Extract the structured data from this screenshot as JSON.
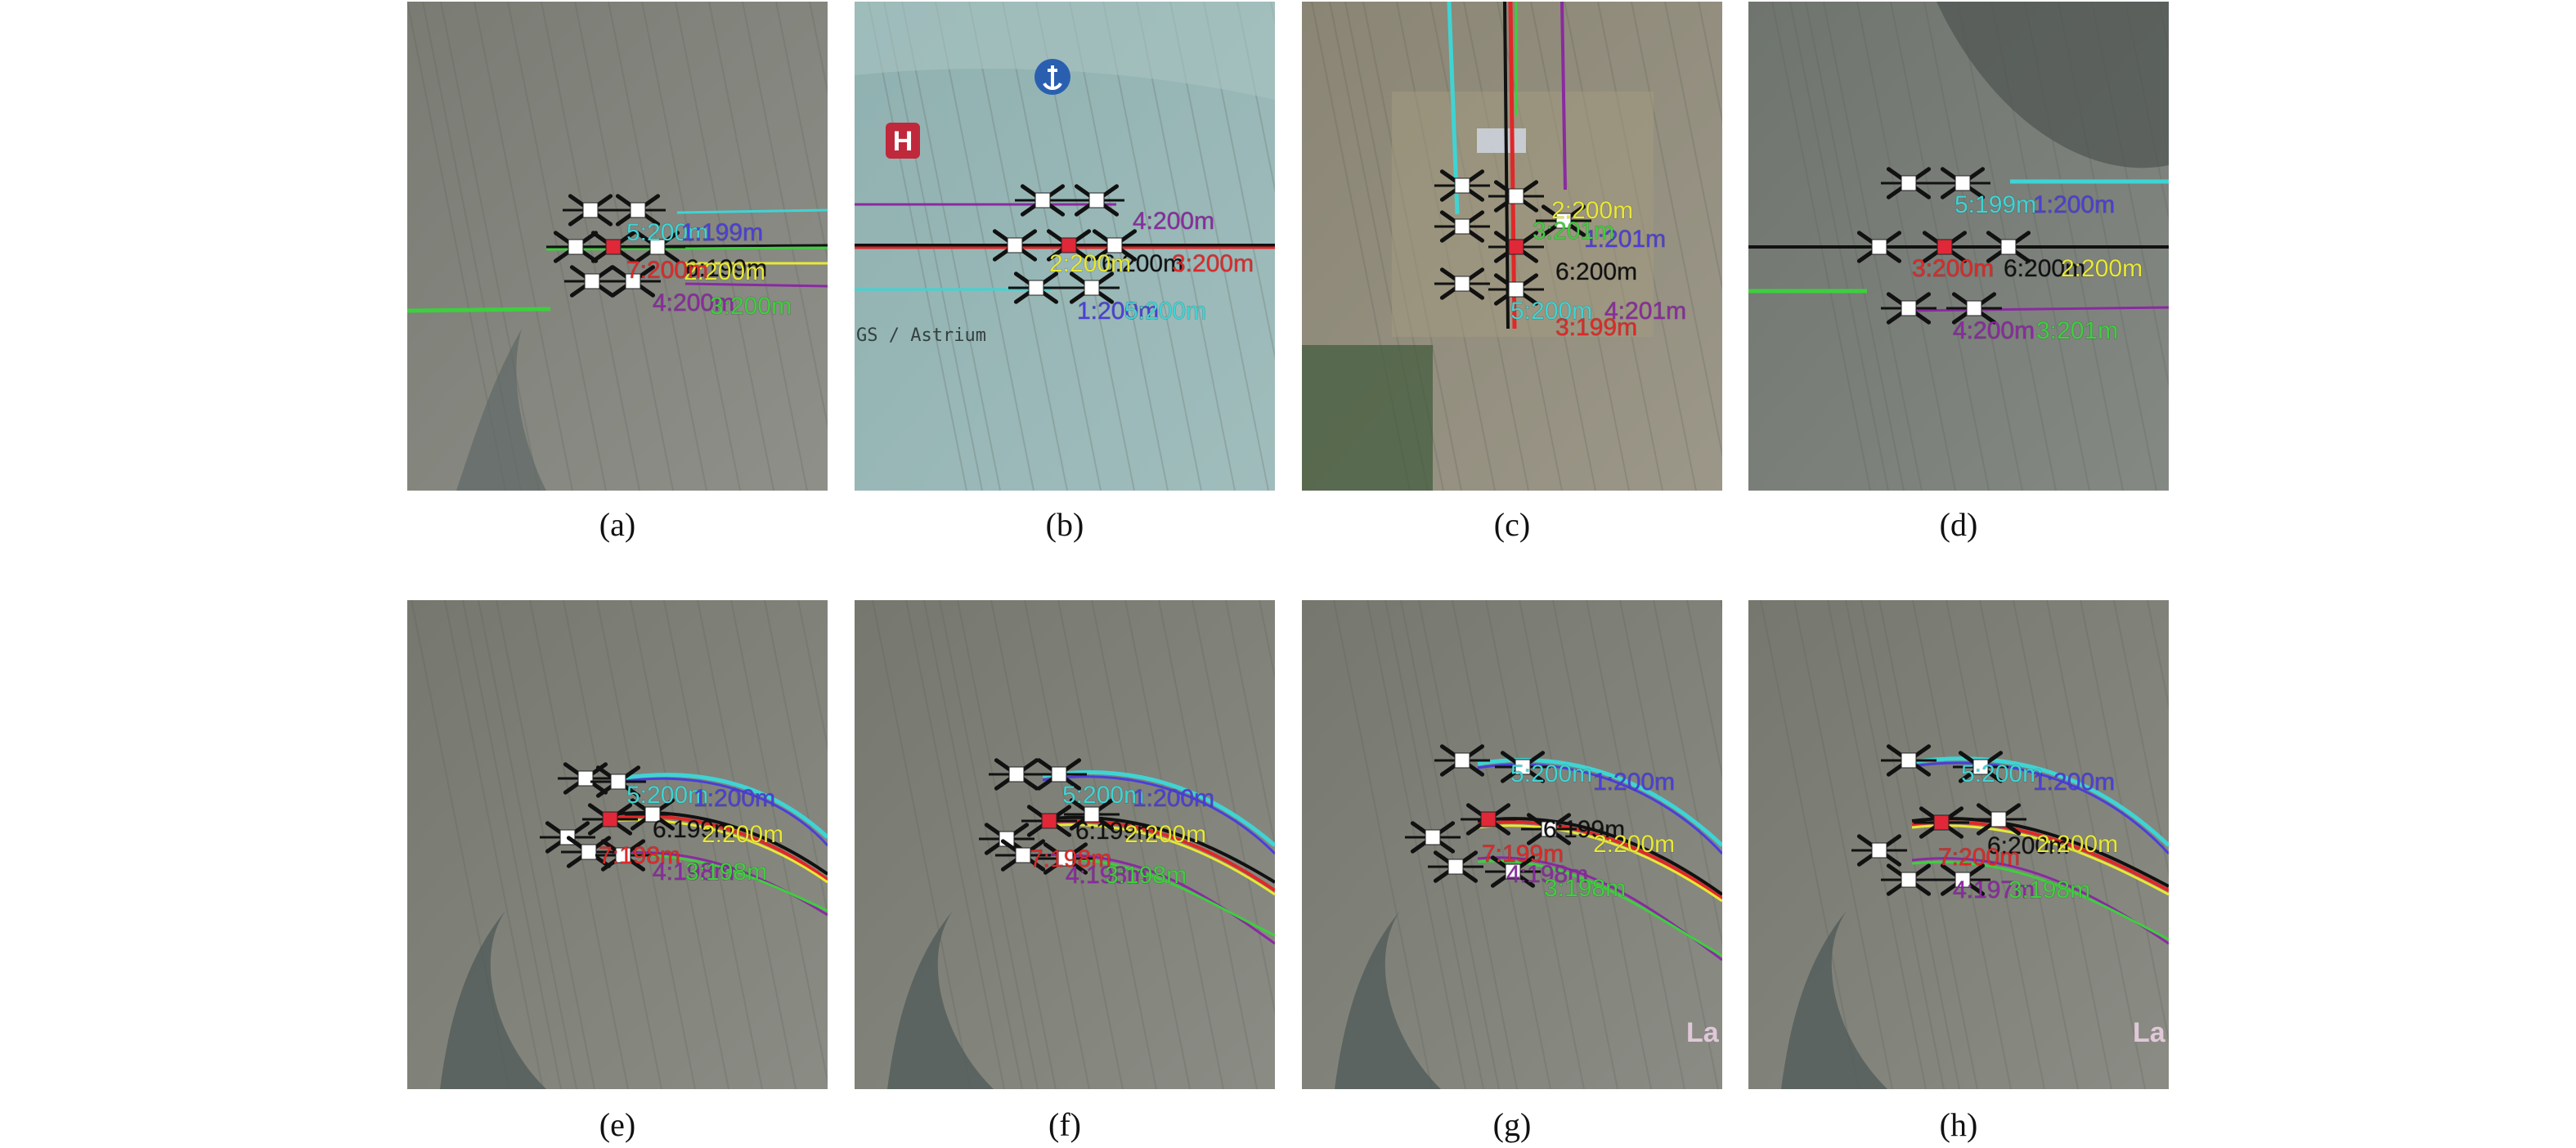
{
  "panels": [
    {
      "id": "a",
      "caption": "(a)",
      "background": "#7a7c74",
      "labels": [
        {
          "text": "5:200m",
          "color": "#3fd4d4"
        },
        {
          "text": "1:199m",
          "color": "#4b3fd8"
        },
        {
          "text": "6:199m",
          "color": "#111111"
        },
        {
          "text": "2:200m",
          "color": "#e8e836"
        },
        {
          "text": "4:200m",
          "color": "#8a2aa0"
        },
        {
          "text": "3:200m",
          "color": "#3ecf3e"
        },
        {
          "text": "7:200m",
          "color": "#e02828"
        }
      ]
    },
    {
      "id": "b",
      "caption": "(b)",
      "background": "#8fb1b0",
      "labels": [
        {
          "text": "4:200m",
          "color": "#8a2aa0"
        },
        {
          "text": "6:200m",
          "color": "#111111"
        },
        {
          "text": "3:200m",
          "color": "#e02828"
        },
        {
          "text": "2:200m",
          "color": "#e8e836"
        },
        {
          "text": "1:200m",
          "color": "#4b3fd8"
        },
        {
          "text": "5:200m",
          "color": "#3fd4d4"
        }
      ],
      "map_text": "GS / Astrium",
      "helipad_letter": "H"
    },
    {
      "id": "c",
      "caption": "(c)",
      "background": "#8a8574",
      "labels": [
        {
          "text": "2:200m",
          "color": "#e8e836"
        },
        {
          "text": "1:201m",
          "color": "#4b3fd8"
        },
        {
          "text": "3:201m",
          "color": "#3ecf3e"
        },
        {
          "text": "6:200m",
          "color": "#111111"
        },
        {
          "text": "5:200m",
          "color": "#3fd4d4"
        },
        {
          "text": "4:201m",
          "color": "#8a2aa0"
        },
        {
          "text": "3:199m",
          "color": "#e02828"
        }
      ]
    },
    {
      "id": "d",
      "caption": "(d)",
      "background": "#6f746e",
      "labels": [
        {
          "text": "5:199m",
          "color": "#3fd4d4"
        },
        {
          "text": "1:200m",
          "color": "#4b3fd8"
        },
        {
          "text": "3:200m",
          "color": "#e02828"
        },
        {
          "text": "6:200m",
          "color": "#111111"
        },
        {
          "text": "2:200m",
          "color": "#e8e836"
        },
        {
          "text": "4:200m",
          "color": "#8a2aa0"
        },
        {
          "text": "3:201m",
          "color": "#3ecf3e"
        }
      ]
    },
    {
      "id": "e",
      "caption": "(e)",
      "background": "#76786f",
      "labels": [
        {
          "text": "5:200m",
          "color": "#3fd4d4"
        },
        {
          "text": "1:200m",
          "color": "#4b3fd8"
        },
        {
          "text": "6:199m",
          "color": "#111111"
        },
        {
          "text": "2:200m",
          "color": "#e8e836"
        },
        {
          "text": "7:198m",
          "color": "#e02828"
        },
        {
          "text": "4:198m",
          "color": "#8a2aa0"
        },
        {
          "text": "3:198m",
          "color": "#3ecf3e"
        }
      ]
    },
    {
      "id": "f",
      "caption": "(f)",
      "background": "#76786f",
      "labels": [
        {
          "text": "5:200m",
          "color": "#3fd4d4"
        },
        {
          "text": "1:200m",
          "color": "#4b3fd8"
        },
        {
          "text": "6:199m",
          "color": "#111111"
        },
        {
          "text": "2:200m",
          "color": "#e8e836"
        },
        {
          "text": "7:198m",
          "color": "#e02828"
        },
        {
          "text": "4:198m",
          "color": "#8a2aa0"
        },
        {
          "text": "3:198m",
          "color": "#3ecf3e"
        }
      ]
    },
    {
      "id": "g",
      "caption": "(g)",
      "background": "#76786f",
      "labels": [
        {
          "text": "5:200m",
          "color": "#3fd4d4"
        },
        {
          "text": "1:200m",
          "color": "#4b3fd8"
        },
        {
          "text": "6:199m",
          "color": "#111111"
        },
        {
          "text": "2:200m",
          "color": "#e8e836"
        },
        {
          "text": "7:199m",
          "color": "#e02828"
        },
        {
          "text": "4:198m",
          "color": "#8a2aa0"
        },
        {
          "text": "3:198m",
          "color": "#3ecf3e"
        }
      ],
      "map_text": "La"
    },
    {
      "id": "h",
      "caption": "(h)",
      "background": "#76786f",
      "labels": [
        {
          "text": "5:200m",
          "color": "#3fd4d4"
        },
        {
          "text": "1:200m",
          "color": "#4b3fd8"
        },
        {
          "text": "6:200m",
          "color": "#111111"
        },
        {
          "text": "2:200m",
          "color": "#e8e836"
        },
        {
          "text": "7:200m",
          "color": "#e02828"
        },
        {
          "text": "4:197m",
          "color": "#8a2aa0"
        },
        {
          "text": "3:198m",
          "color": "#3ecf3e"
        }
      ],
      "map_text": "La"
    }
  ]
}
